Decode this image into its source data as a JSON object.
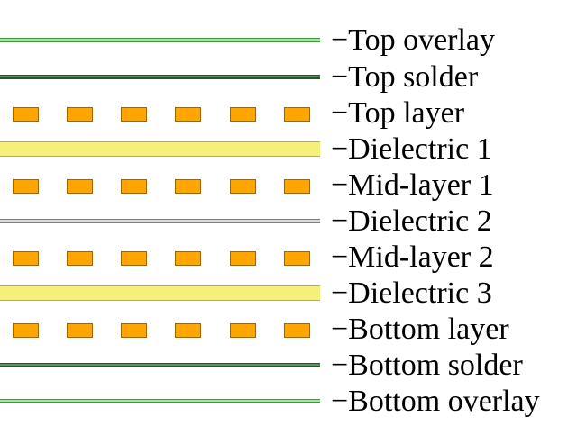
{
  "layers": [
    {
      "name": "Top overlay",
      "kind": "overlay",
      "label_text": "−Top overlay",
      "color": "#3f9a3f"
    },
    {
      "name": "Top solder",
      "kind": "solder",
      "label_text": "−Top solder",
      "color": "#1f5a2a"
    },
    {
      "name": "Top layer",
      "kind": "pads",
      "label_text": "−Top layer",
      "color": "#ffa500"
    },
    {
      "name": "Dielectric 1",
      "kind": "dielectric-thick",
      "label_text": "−Dielectric 1",
      "color": "#f4f07a"
    },
    {
      "name": "Mid-layer 1",
      "kind": "pads",
      "label_text": "−Mid-layer 1",
      "color": "#ffa500"
    },
    {
      "name": "Dielectric 2",
      "kind": "dielectric-thin",
      "label_text": "−Dielectric 2",
      "color": "#bdbdbd"
    },
    {
      "name": "Mid-layer 2",
      "kind": "pads",
      "label_text": "−Mid-layer 2",
      "color": "#ffa500"
    },
    {
      "name": "Dielectric 3",
      "kind": "dielectric-thick",
      "label_text": "−Dielectric 3",
      "color": "#f4f07a"
    },
    {
      "name": "Bottom layer",
      "kind": "pads",
      "label_text": "−Bottom layer",
      "color": "#ffa500"
    },
    {
      "name": "Bottom solder",
      "kind": "solder",
      "label_text": "−Bottom solder",
      "color": "#1f5a2a"
    },
    {
      "name": "Bottom overlay",
      "kind": "overlay",
      "label_text": "−Bottom overlay",
      "color": "#3f9a3f"
    }
  ]
}
